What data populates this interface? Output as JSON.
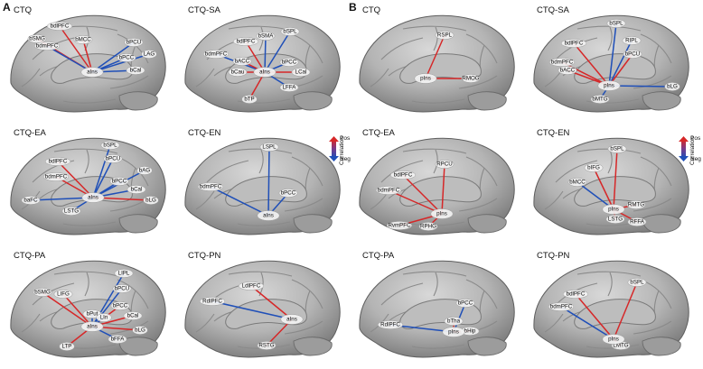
{
  "panel_letters": [
    "A",
    "B"
  ],
  "legend": {
    "pos": "Pos",
    "neg": "Neg",
    "title": "Correlation"
  },
  "colors": {
    "positive": "#d62728",
    "negative": "#1f4fb8",
    "brain": "#a9a9a9",
    "brain_dark": "#6e6e6e",
    "node": "#eeeeee"
  },
  "panels": [
    {
      "id": "A1",
      "title": "CTQ",
      "hub": "aIns",
      "nodes": [
        "bdlPFC",
        "bMCC",
        "bSMG",
        "bdmPFC",
        "bPCU",
        "LAG",
        "bPCC",
        "bCal",
        "aIns"
      ],
      "edges": [
        [
          "aIns",
          "bdlPFC",
          "pos"
        ],
        [
          "aIns",
          "bMCC",
          "pos"
        ],
        [
          "aIns",
          "bSMG",
          "pos"
        ],
        [
          "aIns",
          "bdmPFC",
          "neg"
        ],
        [
          "aIns",
          "bPCU",
          "neg"
        ],
        [
          "aIns",
          "LAG",
          "neg"
        ],
        [
          "aIns",
          "bPCC",
          "neg"
        ],
        [
          "aIns",
          "bCal",
          "neg"
        ]
      ]
    },
    {
      "id": "A2",
      "title": "CTQ-SA",
      "hub": "aIns",
      "nodes": [
        "bSPL",
        "bSMA",
        "bdlPFC",
        "bdmPFC",
        "bACC",
        "bPCC",
        "bCau",
        "LCal",
        "LFFA",
        "bTP",
        "aIns"
      ],
      "edges": [
        [
          "aIns",
          "bSPL",
          "neg"
        ],
        [
          "aIns",
          "bSMA",
          "neg"
        ],
        [
          "aIns",
          "bdlPFC",
          "pos"
        ],
        [
          "aIns",
          "bdmPFC",
          "neg"
        ],
        [
          "aIns",
          "bACC",
          "pos"
        ],
        [
          "aIns",
          "bPCC",
          "neg"
        ],
        [
          "aIns",
          "bCau",
          "pos"
        ],
        [
          "aIns",
          "LCal",
          "pos"
        ],
        [
          "aIns",
          "LFFA",
          "neg"
        ],
        [
          "aIns",
          "bTP",
          "pos"
        ]
      ]
    },
    {
      "id": "A3",
      "title": "CTQ-EA",
      "hub": "aIns",
      "nodes": [
        "bSPL",
        "bPCU",
        "bdlPFC",
        "bAG",
        "bdmPFC",
        "bPCC",
        "bCal",
        "baFC",
        "bLG",
        "LSTG",
        "aIns"
      ],
      "edges": [
        [
          "aIns",
          "bSPL",
          "neg"
        ],
        [
          "aIns",
          "bPCU",
          "neg"
        ],
        [
          "aIns",
          "bdlPFC",
          "pos"
        ],
        [
          "aIns",
          "bAG",
          "neg"
        ],
        [
          "aIns",
          "bdmPFC",
          "pos"
        ],
        [
          "aIns",
          "bPCC",
          "neg"
        ],
        [
          "aIns",
          "bCal",
          "neg"
        ],
        [
          "aIns",
          "baFC",
          "neg"
        ],
        [
          "aIns",
          "bLG",
          "pos"
        ],
        [
          "aIns",
          "LSTG",
          "neg"
        ]
      ]
    },
    {
      "id": "A4",
      "title": "CTQ-EN",
      "hub": "aIns",
      "nodes": [
        "LSPL",
        "bdmPFC",
        "bPCC",
        "aIns"
      ],
      "edges": [
        [
          "aIns",
          "LSPL",
          "neg"
        ],
        [
          "aIns",
          "bdmPFC",
          "neg"
        ],
        [
          "aIns",
          "bPCC",
          "neg"
        ]
      ]
    },
    {
      "id": "A5",
      "title": "CTQ-PA",
      "hub": "aIns",
      "nodes": [
        "LIPL",
        "bPCU",
        "bSMG",
        "LIFG",
        "bPCC",
        "bPut",
        "LIn",
        "bCal",
        "bLG",
        "bFFA",
        "LTP",
        "aIns"
      ],
      "edges": [
        [
          "aIns",
          "LIPL",
          "neg"
        ],
        [
          "aIns",
          "bPCU",
          "neg"
        ],
        [
          "aIns",
          "bSMG",
          "pos"
        ],
        [
          "aIns",
          "LIFG",
          "pos"
        ],
        [
          "aIns",
          "bPCC",
          "pos"
        ],
        [
          "aIns",
          "bPut",
          "neg"
        ],
        [
          "aIns",
          "LIn",
          "neg"
        ],
        [
          "aIns",
          "bCal",
          "pos"
        ],
        [
          "aIns",
          "bLG",
          "pos"
        ],
        [
          "aIns",
          "bFFA",
          "neg"
        ],
        [
          "aIns",
          "LTP",
          "pos"
        ]
      ]
    },
    {
      "id": "A6",
      "title": "CTQ-PN",
      "hub": "aIns",
      "nodes": [
        "LdlPFC",
        "RdlPFC",
        "RSTG",
        "aIns"
      ],
      "edges": [
        [
          "aIns",
          "LdlPFC",
          "pos"
        ],
        [
          "aIns",
          "RdlPFC",
          "neg"
        ],
        [
          "aIns",
          "RSTG",
          "pos"
        ]
      ]
    },
    {
      "id": "B1",
      "title": "CTQ",
      "hub": "pIns",
      "nodes": [
        "RSPL",
        "RMOG",
        "pIns"
      ],
      "edges": [
        [
          "pIns",
          "RSPL",
          "pos"
        ],
        [
          "pIns",
          "RMOG",
          "pos"
        ]
      ]
    },
    {
      "id": "B2",
      "title": "CTQ-SA",
      "hub": "pIns",
      "nodes": [
        "bSPL",
        "RIPL",
        "bdlPFC",
        "bPCU",
        "bdmPFC",
        "bACC",
        "bLG",
        "bMTG",
        "pIns"
      ],
      "edges": [
        [
          "pIns",
          "bSPL",
          "neg"
        ],
        [
          "pIns",
          "RIPL",
          "neg"
        ],
        [
          "pIns",
          "bdlPFC",
          "pos"
        ],
        [
          "pIns",
          "bPCU",
          "pos"
        ],
        [
          "pIns",
          "bdmPFC",
          "pos"
        ],
        [
          "pIns",
          "bACC",
          "pos"
        ],
        [
          "pIns",
          "bLG",
          "neg"
        ],
        [
          "pIns",
          "bMTG",
          "neg"
        ]
      ]
    },
    {
      "id": "B3",
      "title": "CTQ-EA",
      "hub": "pIns",
      "nodes": [
        "RPCU",
        "bdlPFC",
        "bdmPFC",
        "RvmPFC",
        "RPHG",
        "pIns"
      ],
      "edges": [
        [
          "pIns",
          "RPCU",
          "pos"
        ],
        [
          "pIns",
          "bdlPFC",
          "pos"
        ],
        [
          "pIns",
          "bdmPFC",
          "pos"
        ],
        [
          "pIns",
          "RvmPFC",
          "pos"
        ],
        [
          "pIns",
          "RPHG",
          "pos"
        ]
      ]
    },
    {
      "id": "B4",
      "title": "CTQ-EN",
      "hub": "pIns",
      "nodes": [
        "bSPL",
        "bIFG",
        "bMCC",
        "RMTG",
        "LSTG",
        "RFFA",
        "pIns"
      ],
      "edges": [
        [
          "pIns",
          "bSPL",
          "pos"
        ],
        [
          "pIns",
          "bIFG",
          "pos"
        ],
        [
          "pIns",
          "bMCC",
          "neg"
        ],
        [
          "pIns",
          "RMTG",
          "pos"
        ],
        [
          "pIns",
          "LSTG",
          "pos"
        ],
        [
          "pIns",
          "RFFA",
          "pos"
        ]
      ]
    },
    {
      "id": "B5",
      "title": "CTQ-PA",
      "hub": "pIns",
      "nodes": [
        "bPCC",
        "RdlPFC",
        "bTha",
        "bHip",
        "pIns"
      ],
      "edges": [
        [
          "pIns",
          "bPCC",
          "neg"
        ],
        [
          "pIns",
          "RdlPFC",
          "neg"
        ],
        [
          "pIns",
          "bTha",
          "pos"
        ],
        [
          "pIns",
          "bHip",
          "pos"
        ]
      ]
    },
    {
      "id": "B6",
      "title": "CTQ-PN",
      "hub": "pIns",
      "nodes": [
        "bSPL",
        "bdlPFC",
        "bdmPFC",
        "LMTG",
        "pIns"
      ],
      "edges": [
        [
          "pIns",
          "bSPL",
          "pos"
        ],
        [
          "pIns",
          "bdlPFC",
          "pos"
        ],
        [
          "pIns",
          "bdmPFC",
          "neg"
        ],
        [
          "pIns",
          "LMTG",
          "pos"
        ]
      ]
    }
  ]
}
